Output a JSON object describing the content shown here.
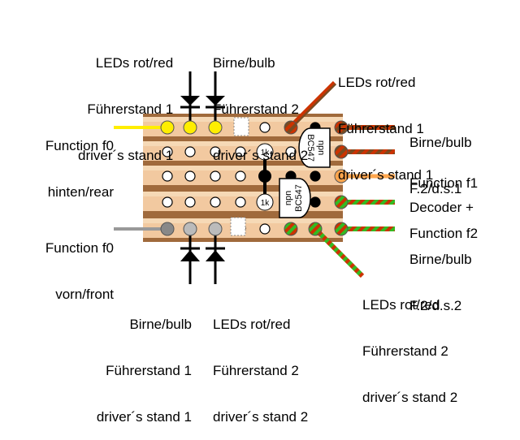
{
  "labels": {
    "top_left": [
      "LEDs rot/red",
      "Führerstand 1",
      "driver´s stand 1"
    ],
    "top_mid": [
      "Birne/bulb",
      "Führerstand 2",
      "driver´s stand 2"
    ],
    "top_right": [
      "LEDs rot/red",
      "Führerstand 1",
      "driver´s stand 1"
    ],
    "left_upper": [
      "Function f0",
      "hinten/rear"
    ],
    "left_lower": [
      "Function f0",
      "vorn/front"
    ],
    "right_1": [
      "Birne/bulb",
      "F.2/d.s.1"
    ],
    "right_2": [
      "Function f1"
    ],
    "right_3": [
      "Decoder +"
    ],
    "right_4": [
      "Function f2"
    ],
    "right_5": [
      "Birne/bulb",
      "F.2/d.s.2"
    ],
    "bottom_left": [
      "Birne/bulb",
      "Führerstand 1",
      "driver´s stand 1"
    ],
    "bottom_mid": [
      "LEDs rot/red",
      "Führerstand 2",
      "driver´s stand 2"
    ],
    "bottom_right": [
      "LEDs rot/red",
      "Führerstand 2",
      "driver´s stand 2"
    ]
  },
  "transistor_upper": [
    "npn",
    "BC547"
  ],
  "transistor_lower": [
    "npn",
    "BC547"
  ],
  "resistor_mark": "1k",
  "colors": {
    "board": "#f2c9a0",
    "strip_light": "#f6d9b6",
    "strip_dark": "#a06a3c",
    "yellow": "#ffee00",
    "red": "#cc3300",
    "green": "#33bb22",
    "orange": "#ffa64d",
    "grey": "#999999"
  }
}
